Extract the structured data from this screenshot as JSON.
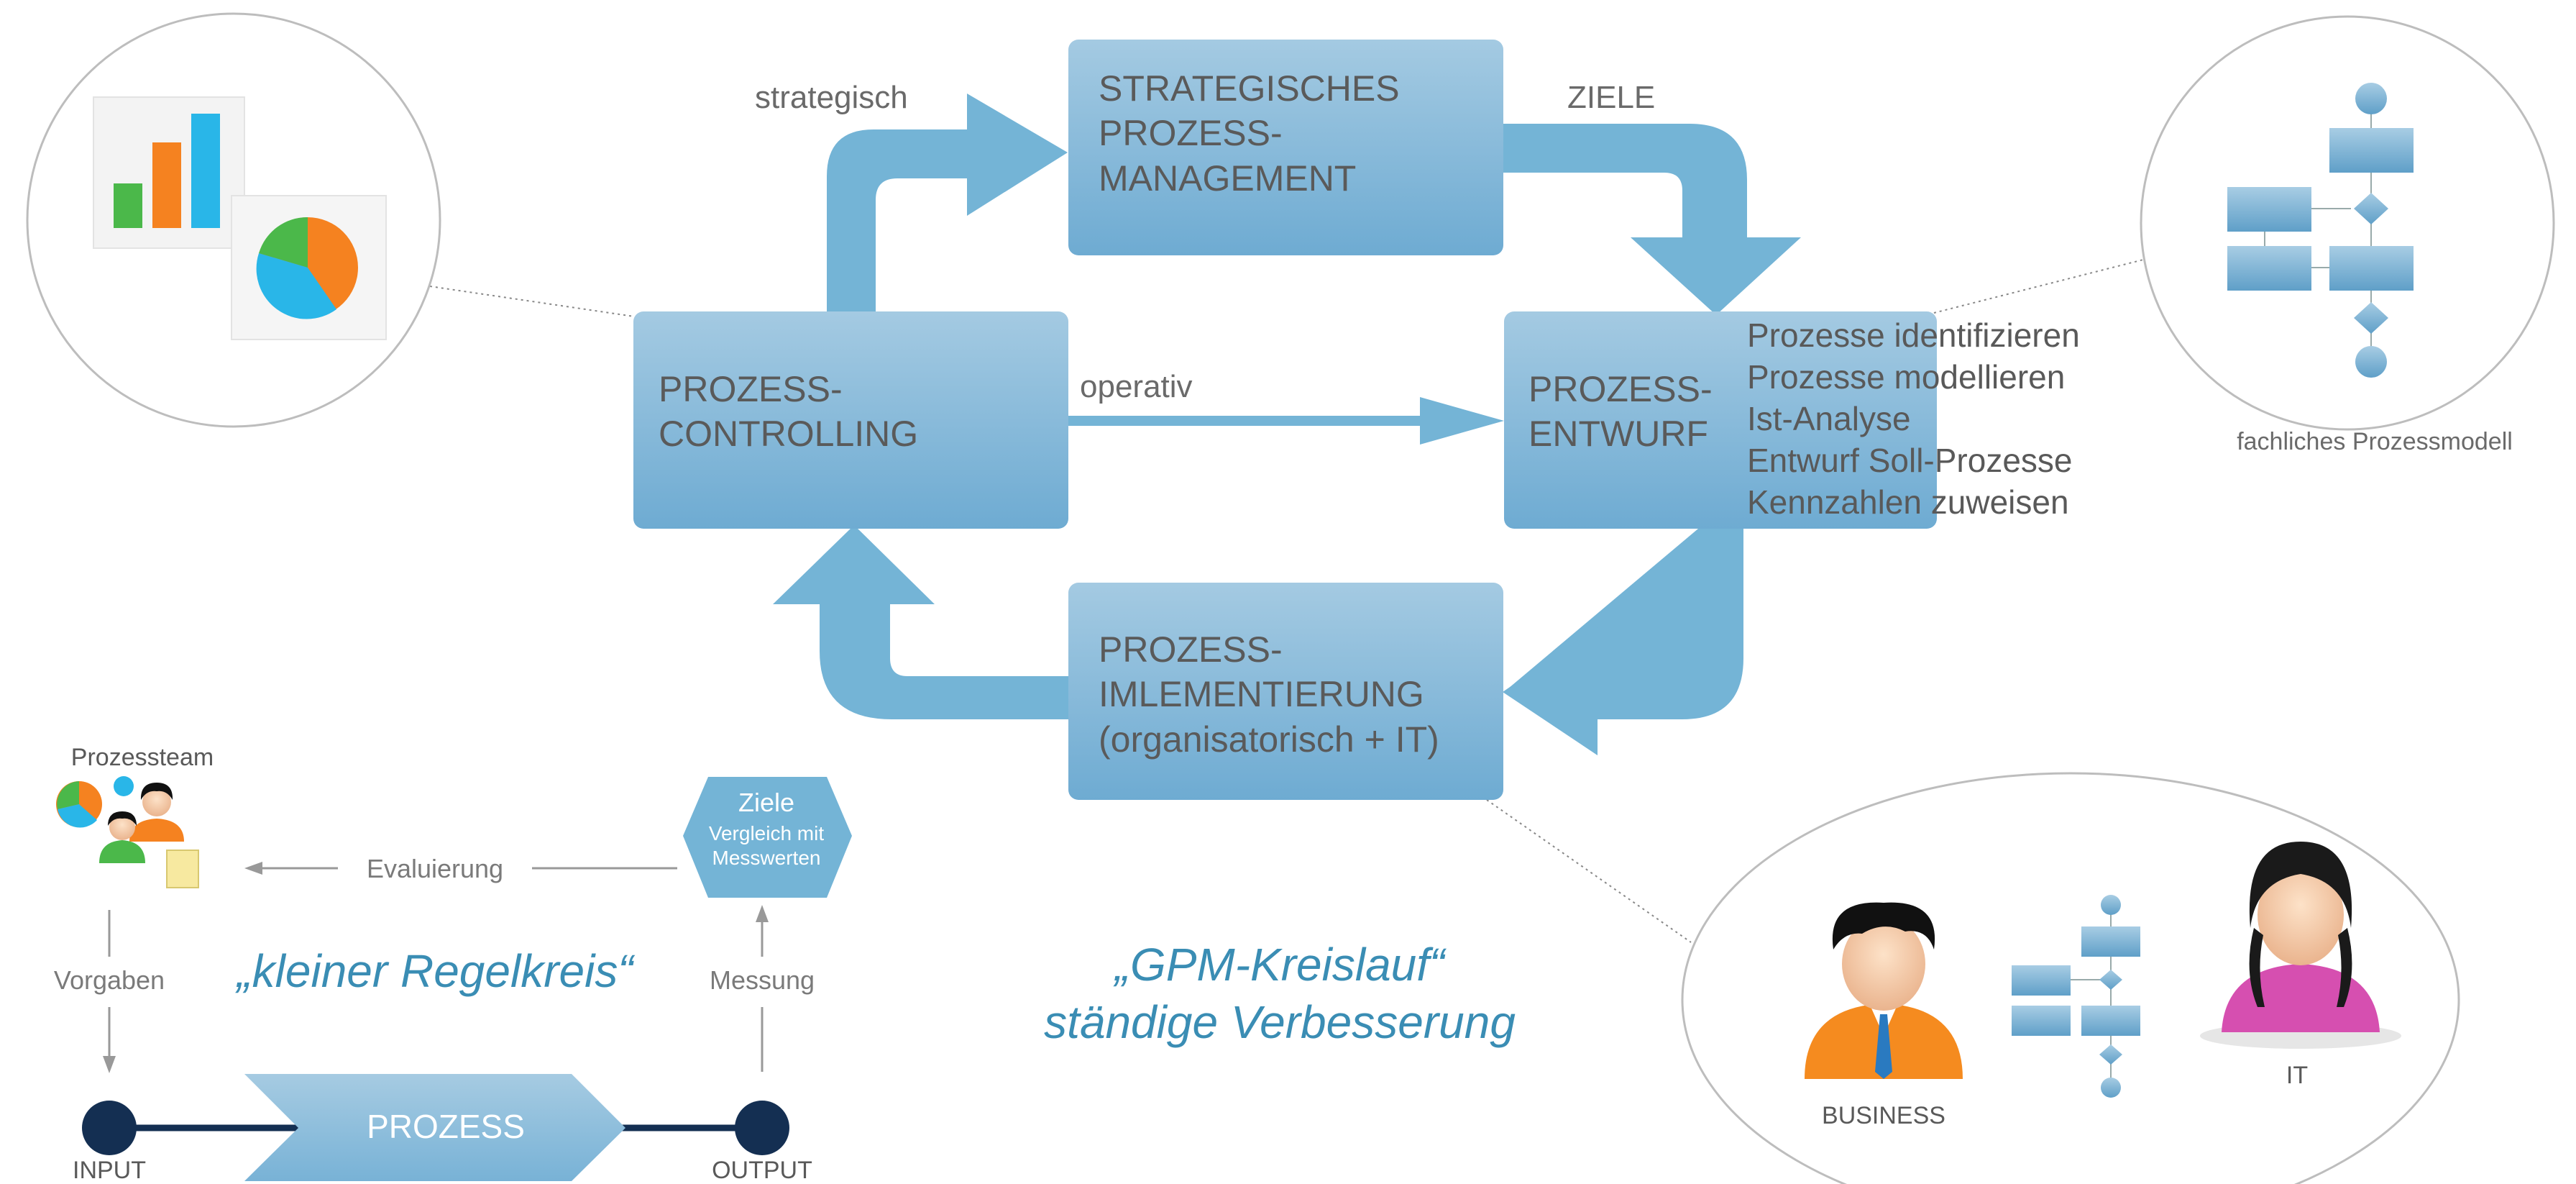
{
  "cycle": {
    "strategic_box": [
      "STRATEGISCHES",
      "PROZESS-",
      "MANAGEMENT"
    ],
    "controlling_box": [
      "PROZESS-",
      "CONTROLLING"
    ],
    "entwurf_box": [
      "PROZESS-",
      "ENTWURF"
    ],
    "implementation_box": [
      "PROZESS-",
      "IMLEMENTIERUNG",
      "(organisatorisch + IT)"
    ],
    "label_strategisch": "strategisch",
    "label_ziele": "ZIELE",
    "label_operativ": "operativ",
    "entwurf_tasks": [
      "Prozesse identifizieren",
      "Prozesse modellieren",
      "Ist-Analyse",
      "Entwurf Soll-Prozesse",
      "Kennzahlen zuweisen"
    ],
    "caption_line1": "„GPM-Kreislauf“",
    "caption_line2": "ständige Verbesserung"
  },
  "process_model": {
    "caption": "fachliches Prozessmodell"
  },
  "business_it": {
    "business_label": "BUSINESS",
    "it_label": "IT"
  },
  "small_loop": {
    "team_label": "Prozessteam",
    "goals_label_1": "Ziele",
    "goals_label_2": "Vergleich mit",
    "goals_label_3": "Messwerten",
    "evaluierung": "Evaluierung",
    "vorgaben": "Vorgaben",
    "messung": "Messung",
    "process_label": "PROZESS",
    "input_label": "INPUT",
    "output_label": "OUTPUT",
    "caption": "„kleiner Regelkreis“"
  },
  "colors": {
    "box_top": "#a3c8e0",
    "box_bottom": "#6fadd3",
    "arrow": "#74b4d6",
    "text_dark": "#595959",
    "caption": "#3a8db4",
    "node": "#142f52"
  }
}
